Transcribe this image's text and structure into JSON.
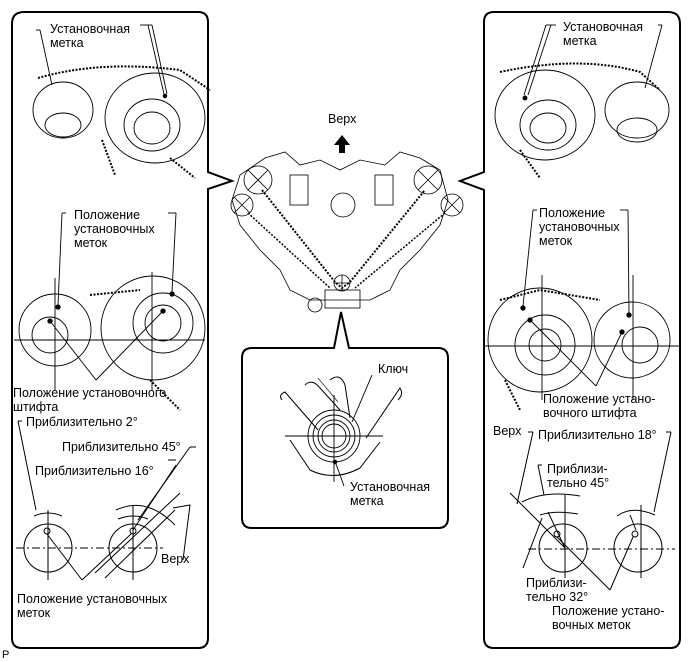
{
  "center": {
    "up_label": "Верх",
    "crank_panel": {
      "key_label": "Ключ",
      "timing_mark_label": "Установочная\nметка"
    }
  },
  "left_panel": {
    "top": {
      "timing_mark_label": "Установочная\nметка"
    },
    "middle": {
      "mark_positions_label": "Положение\nустановочных\nметок",
      "pin_position_label": "Положение установочного\nштифта"
    },
    "bottom": {
      "approx_2_label": "Приблизительно 2°",
      "approx_45_label": "Приблизительно 45°",
      "approx_16_label": "Приблизительно 16°",
      "up_label": "Верх",
      "mark_positions_label": "Положение установочных\nметок"
    }
  },
  "right_panel": {
    "top": {
      "timing_mark_label": "Установочная\nметка"
    },
    "middle": {
      "mark_positions_label": "Положение\nустановочных\nметок",
      "pin_position_label": "Положение устано-\nвочного штифта"
    },
    "bottom": {
      "up_label": "Верх",
      "approx_18_label": "Приблизительно 18°",
      "approx_45_label": "Приблизи-\nтельно 45°",
      "approx_32_label": "Приблизи-\nтельно 32°",
      "mark_positions_label": "Положение устано-\nвочных меток"
    }
  },
  "footer": {
    "page_marker": "P"
  }
}
